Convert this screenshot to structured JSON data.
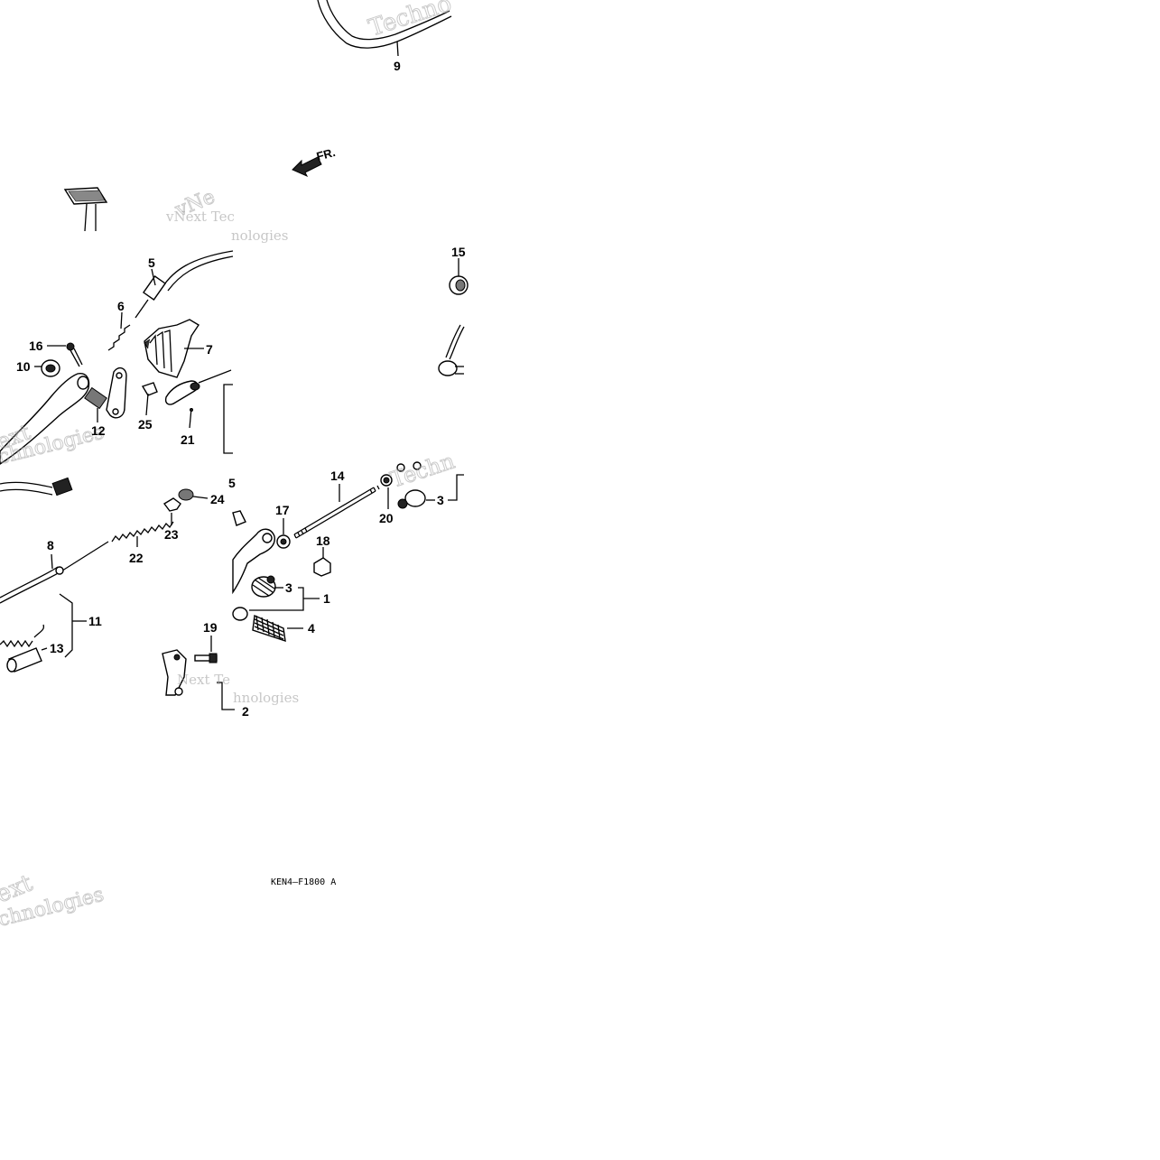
{
  "diagram": {
    "code_label": "KEN4–F1800 A",
    "front_label": "FR.",
    "watermarks": [
      "vNext Tec",
      "hnologies",
      "Techno",
      "ext",
      "chnologies",
      "vNe",
      "Next Te",
      "nologies",
      "Techn",
      "chnologies",
      "ext"
    ],
    "callouts": {
      "c1": "1",
      "c2": "2",
      "c3a": "3",
      "c3b": "3",
      "c4": "4",
      "c5": "5",
      "c5b": "5",
      "c6": "6",
      "c7": "7",
      "c8": "8",
      "c9": "9",
      "c10": "10",
      "c11": "11",
      "c12": "12",
      "c13": "13",
      "c14": "14",
      "c15": "15",
      "c16": "16",
      "c17": "17",
      "c18": "18",
      "c19": "19",
      "c20": "20",
      "c21": "21",
      "c22": "22",
      "c23": "23",
      "c24": "24",
      "c25": "25"
    }
  }
}
